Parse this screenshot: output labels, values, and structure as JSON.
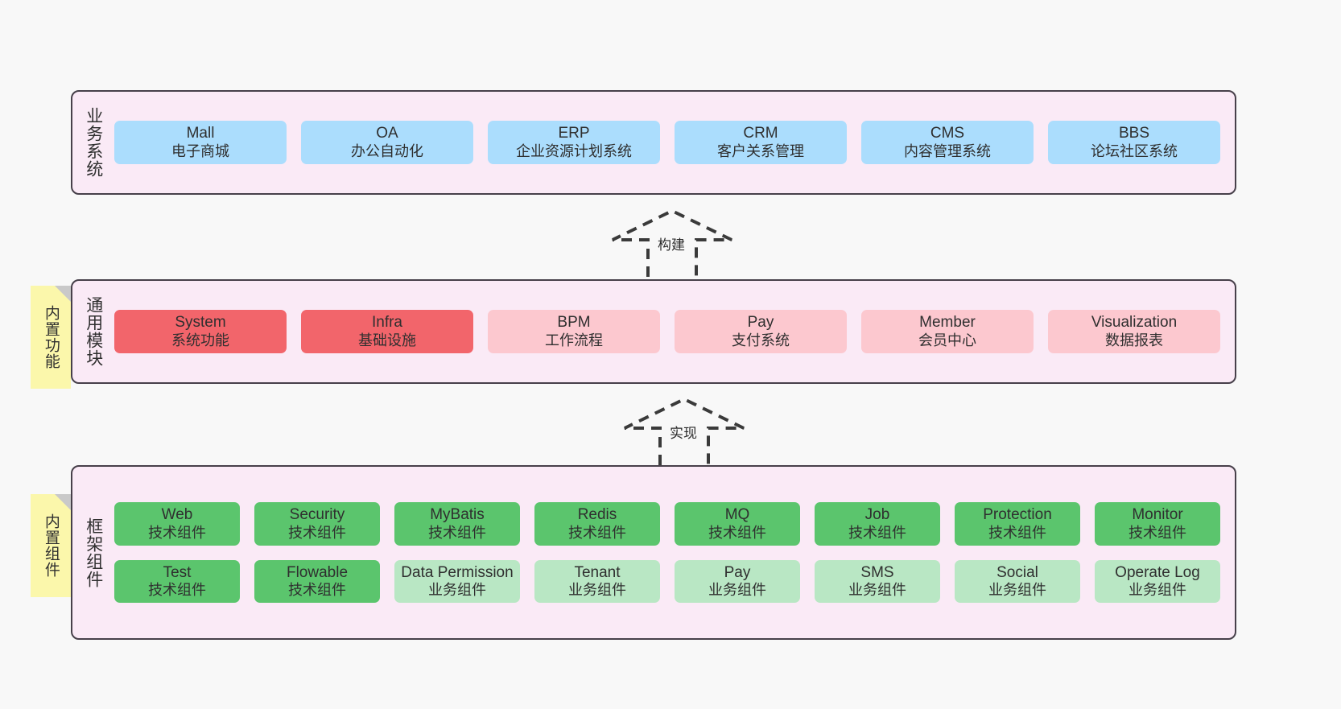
{
  "diagram": {
    "background_color": "#f8f8f8",
    "container_color": "#faeaf6",
    "container_border_color": "#47404a",
    "note_color": "#fbf7ab"
  },
  "layers": [
    {
      "id": "business-systems",
      "title": "业务系统",
      "note": null,
      "rows": [
        {
          "cards": [
            {
              "name": "Mall",
              "sub": "电子商城",
              "color": "#abddfd",
              "style": "blue"
            },
            {
              "name": "OA",
              "sub": "办公自动化",
              "color": "#abddfd",
              "style": "blue"
            },
            {
              "name": "ERP",
              "sub": "企业资源计划系统",
              "color": "#abddfd",
              "style": "blue"
            },
            {
              "name": "CRM",
              "sub": "客户关系管理",
              "color": "#abddfd",
              "style": "blue"
            },
            {
              "name": "CMS",
              "sub": "内容管理系统",
              "color": "#abddfd",
              "style": "blue"
            },
            {
              "name": "BBS",
              "sub": "论坛社区系统",
              "color": "#abddfd",
              "style": "blue"
            }
          ]
        }
      ]
    },
    {
      "id": "common-modules",
      "title": "通用模块",
      "note": "内置功能",
      "rows": [
        {
          "cards": [
            {
              "name": "System",
              "sub": "系统功能",
              "color": "#f2656b",
              "style": "red"
            },
            {
              "name": "Infra",
              "sub": "基础设施",
              "color": "#f2656b",
              "style": "red"
            },
            {
              "name": "BPM",
              "sub": "工作流程",
              "color": "#fcc8cf",
              "style": "pink"
            },
            {
              "name": "Pay",
              "sub": "支付系统",
              "color": "#fcc8cf",
              "style": "pink"
            },
            {
              "name": "Member",
              "sub": "会员中心",
              "color": "#fcc8cf",
              "style": "pink"
            },
            {
              "name": "Visualization",
              "sub": "数据报表",
              "color": "#fcc8cf",
              "style": "pink"
            }
          ]
        }
      ]
    },
    {
      "id": "framework-components",
      "title": "框架组件",
      "note": "内置组件",
      "rows": [
        {
          "cards": [
            {
              "name": "Web",
              "sub": "技术组件",
              "color": "#5bc56d",
              "style": "green"
            },
            {
              "name": "Security",
              "sub": "技术组件",
              "color": "#5bc56d",
              "style": "green"
            },
            {
              "name": "MyBatis",
              "sub": "技术组件",
              "color": "#5bc56d",
              "style": "green"
            },
            {
              "name": "Redis",
              "sub": "技术组件",
              "color": "#5bc56d",
              "style": "green"
            },
            {
              "name": "MQ",
              "sub": "技术组件",
              "color": "#5bc56d",
              "style": "green"
            },
            {
              "name": "Job",
              "sub": "技术组件",
              "color": "#5bc56d",
              "style": "green"
            },
            {
              "name": "Protection",
              "sub": "技术组件",
              "color": "#5bc56d",
              "style": "green"
            },
            {
              "name": "Monitor",
              "sub": "技术组件",
              "color": "#5bc56d",
              "style": "green"
            }
          ]
        },
        {
          "cards": [
            {
              "name": "Test",
              "sub": "技术组件",
              "color": "#5bc56d",
              "style": "green"
            },
            {
              "name": "Flowable",
              "sub": "技术组件",
              "color": "#5bc56d",
              "style": "green"
            },
            {
              "name": "Data Permission",
              "sub": "业务组件",
              "color": "#b9e7c4",
              "style": "lgreen"
            },
            {
              "name": "Tenant",
              "sub": "业务组件",
              "color": "#b9e7c4",
              "style": "lgreen"
            },
            {
              "name": "Pay",
              "sub": "业务组件",
              "color": "#b9e7c4",
              "style": "lgreen"
            },
            {
              "name": "SMS",
              "sub": "业务组件",
              "color": "#b9e7c4",
              "style": "lgreen"
            },
            {
              "name": "Social",
              "sub": "业务组件",
              "color": "#b9e7c4",
              "style": "lgreen"
            },
            {
              "name": "Operate Log",
              "sub": "业务组件",
              "color": "#b9e7c4",
              "style": "lgreen"
            }
          ]
        }
      ]
    }
  ],
  "connectors": [
    {
      "id": "build",
      "label": "构建",
      "direction": "up",
      "style": "dashed-hollow-arrow"
    },
    {
      "id": "implement",
      "label": "实现",
      "direction": "up",
      "style": "dashed-hollow-arrow"
    }
  ]
}
